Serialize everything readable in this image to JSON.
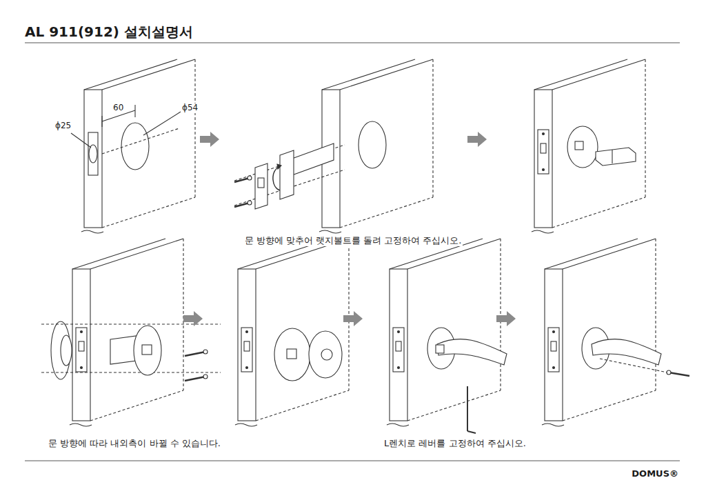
{
  "diagram": {
    "title": "AL 911(912) 설치설명서",
    "labels": [
      "ϕ25",
      "60",
      "ϕ54",
      "문 방향에 맞추어 랫지볼트를 돌려 고정하여 주십시오.",
      "문 방향에 따라 내외측이 바뀔 수 있습니다.",
      "L렌치로 레버를 고정하여 주십시오.",
      "DOMUS®"
    ]
  }
}
